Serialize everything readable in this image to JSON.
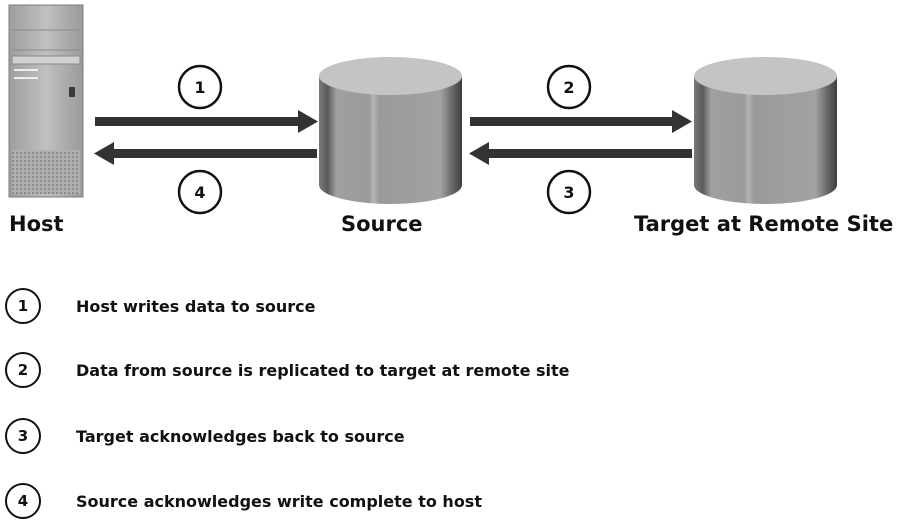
{
  "nodes": {
    "host": "Host",
    "source": "Source",
    "target": "Target at Remote Site"
  },
  "steps": {
    "s1": "1",
    "s2": "2",
    "s3": "3",
    "s4": "4"
  },
  "legend": [
    {
      "num": "1",
      "text": "Host writes data to source"
    },
    {
      "num": "2",
      "text": "Data from source is replicated to target at remote site"
    },
    {
      "num": "3",
      "text": "Target acknowledges back to source"
    },
    {
      "num": "4",
      "text": "Source acknowledges write complete to host"
    }
  ],
  "colors": {
    "arrow": "#333333",
    "disk_body": "#9a9a9a",
    "disk_top": "#c4c4c4",
    "server": "#b8b8b8"
  }
}
